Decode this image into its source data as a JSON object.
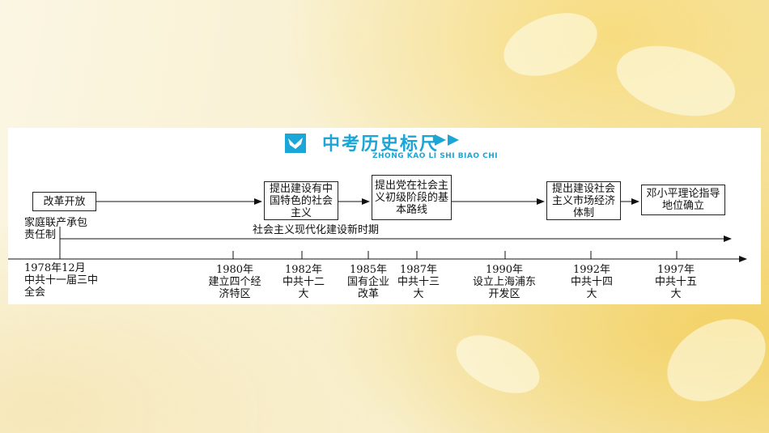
{
  "header": {
    "title": "中考历史标尺",
    "subtitle": "ZHONG KAO LI SHI BIAO CHI",
    "accent_color": "#1aa6d6",
    "icon": "bird-icon",
    "arrow_icon": "double-chevron-right-icon"
  },
  "boxes": [
    {
      "id": "reform",
      "text": "改革开放"
    },
    {
      "id": "socialism-chinese",
      "text": "提出建设有中国特色的社会主义"
    },
    {
      "id": "primary-stage",
      "text": "提出党在社会主义初级阶段的基本路线"
    },
    {
      "id": "market-economy",
      "text": "提出建设社会主义市场经济体制"
    },
    {
      "id": "deng-theory",
      "text": "邓小平理论指导地位确立"
    }
  ],
  "labels": {
    "household": "家庭联产承包责任制",
    "modernization": "社会主义现代化建设新时期"
  },
  "events": [
    {
      "year": "1978年12月",
      "event": "中共十一届三中全会"
    },
    {
      "year": "1980年",
      "event": "建立四个经济特区"
    },
    {
      "year": "1982年",
      "event": "中共十二大"
    },
    {
      "year": "1985年",
      "event": "国有企业改革"
    },
    {
      "year": "1987年",
      "event": "中共十三大"
    },
    {
      "year": "1990年",
      "event": "设立上海浦东开发区"
    },
    {
      "year": "1992年",
      "event": "中共十四大"
    },
    {
      "year": "1997年",
      "event": "中共十五大"
    }
  ]
}
